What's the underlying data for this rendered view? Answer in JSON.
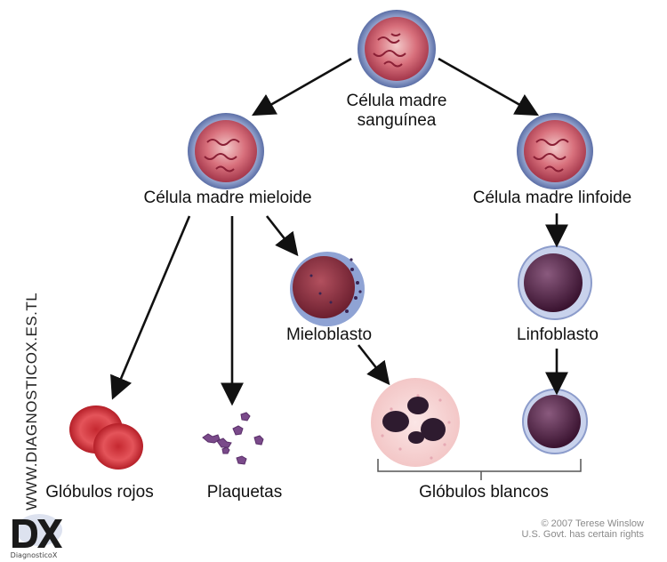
{
  "nodes": {
    "hsc": {
      "label_line1": "Célula madre",
      "label_line2": "sanguínea"
    },
    "myeloid": {
      "label": "Célula madre mieloide"
    },
    "lymphoid": {
      "label": "Célula madre linfoide"
    },
    "myeloblast": {
      "label": "Mieloblasto"
    },
    "lymphoblast": {
      "label": "Linfoblasto"
    },
    "rbc": {
      "label": "Glóbulos rojos"
    },
    "platelets": {
      "label": "Plaquetas"
    },
    "wbc": {
      "label": "Glóbulos blancos"
    }
  },
  "watermark": "WWW.DIAGNOSTICOX.ES.TL",
  "copyright": {
    "line1": "© 2007 Terese Winslow",
    "line2": "U.S. Govt. has certain rights"
  },
  "logo": {
    "main": "DX",
    "sub": "DiagnosticoX"
  },
  "colors": {
    "arrow": "#111111",
    "stem_inner": "#c8485a",
    "stem_rim": "#7f94c2",
    "rbc": "#d8343c",
    "blast_nucleus": "#4a1f36",
    "platelet": "#7a4a8a"
  }
}
